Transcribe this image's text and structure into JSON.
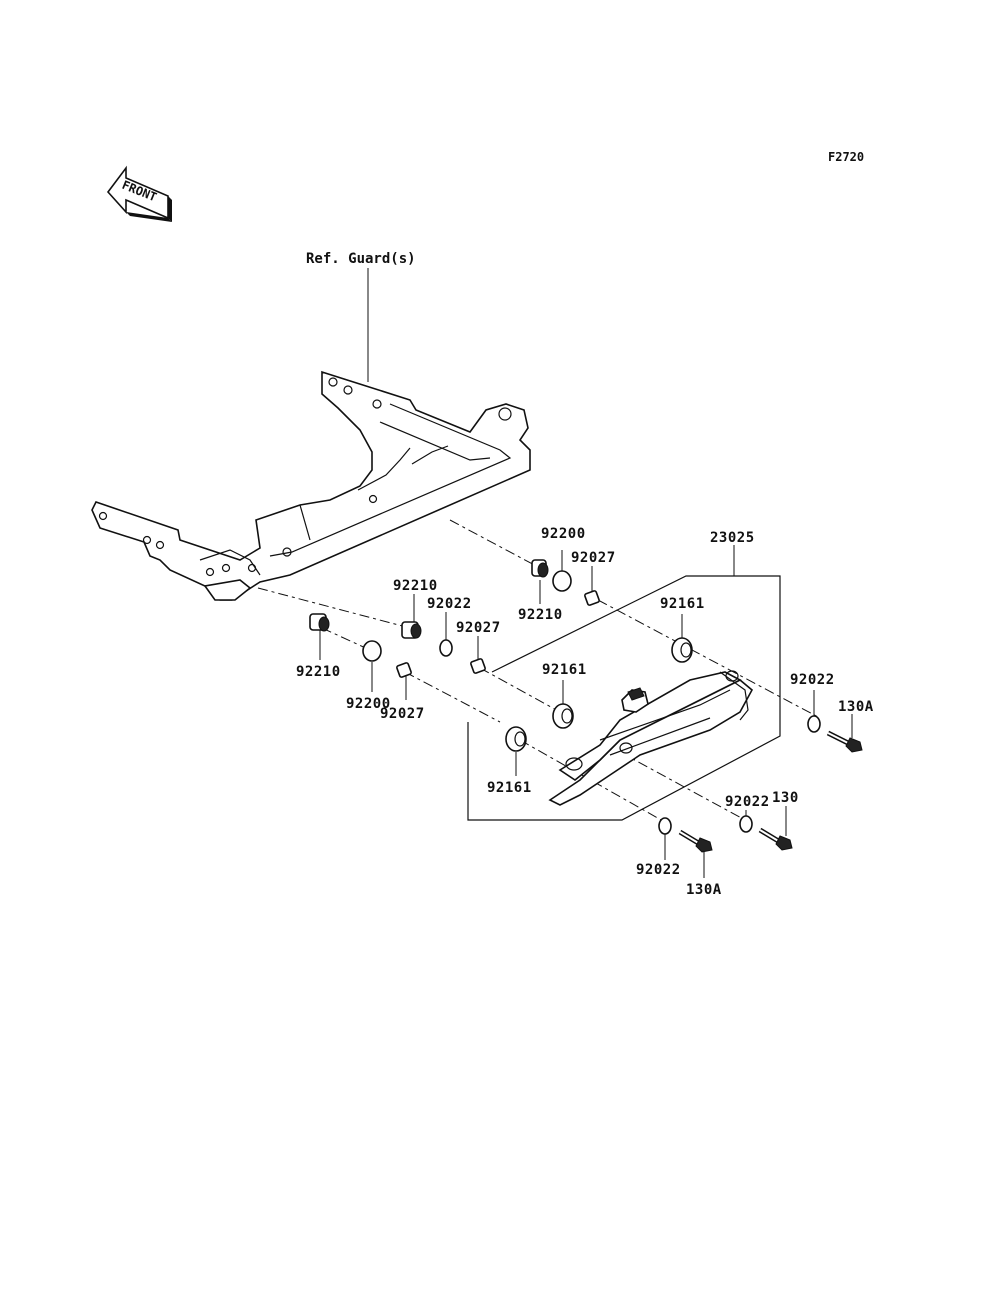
{
  "figure_code": "F2720",
  "front_arrow_label": "FRONT",
  "ref_label": "Ref. Guard(s)",
  "callouts": {
    "c23025": "23025",
    "c92200_top": "92200",
    "c92027_top": "92027",
    "c92210_top_right": "92210",
    "c92210_mid": "92210",
    "c92022_mid": "92022",
    "c92027_mid": "92027",
    "c92161_right": "92161",
    "c92161_mid": "92161",
    "c92161_left": "92161",
    "c92210_left": "92210",
    "c92200_left": "92200",
    "c92027_left": "92027",
    "c92022_right": "92022",
    "c130A_right": "130A",
    "c92022_lower": "92022",
    "c130": "130",
    "c92022_bottom": "92022",
    "c130A_bottom": "130A"
  }
}
